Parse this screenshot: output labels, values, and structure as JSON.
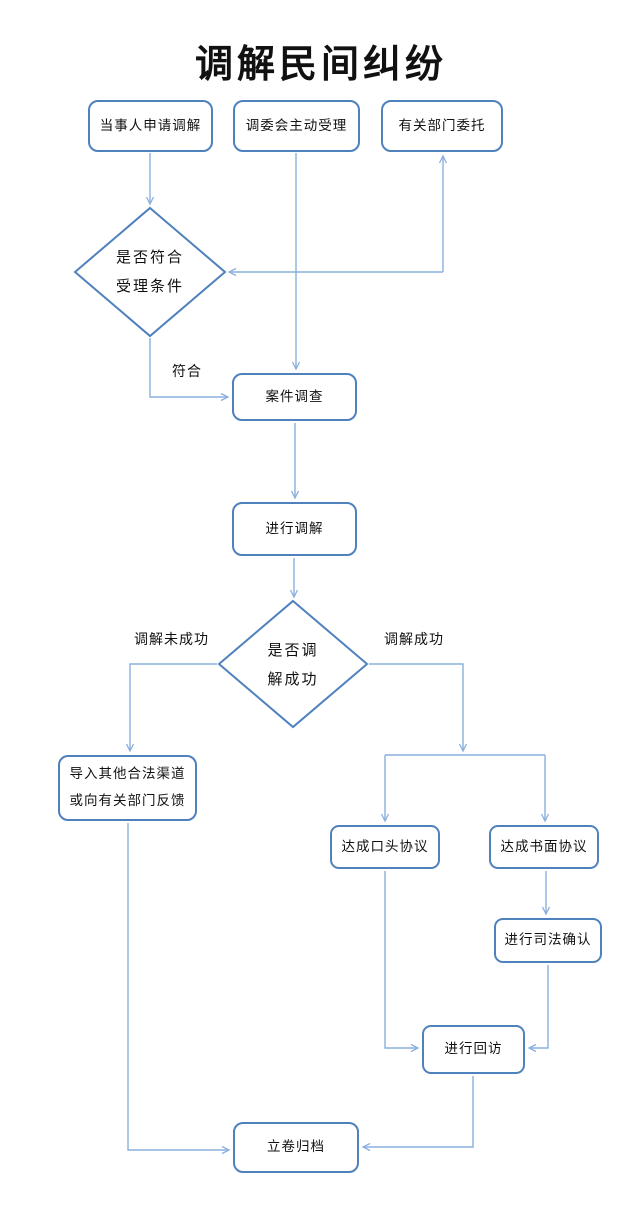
{
  "title": "调解民间纠纷",
  "colors": {
    "shape_border": "#4f81bd",
    "connector": "#8ab0dd",
    "text_color": "#111111"
  },
  "nodes": {
    "apply": {
      "label": "当事人申请调解"
    },
    "proactive": {
      "label": "调委会主动受理"
    },
    "entrust": {
      "label": "有关部门委托"
    },
    "investigate": {
      "label": "案件调查"
    },
    "mediate": {
      "label": "进行调解"
    },
    "other": {
      "line1": "导入其他合法渠道",
      "line2": "或向有关部门反馈"
    },
    "oral": {
      "label": "达成口头协议"
    },
    "written": {
      "label": "达成书面协议"
    },
    "judicial": {
      "label": "进行司法确认"
    },
    "visit": {
      "label": "进行回访"
    },
    "archive": {
      "label": "立卷归档"
    }
  },
  "decisions": {
    "accept": {
      "line1": "是否符合",
      "line2": "受理条件"
    },
    "success": {
      "line1": "是否调",
      "line2": "解成功"
    }
  },
  "edge_labels": {
    "qualified": "符合",
    "not_success": "调解未成功",
    "success": "调解成功"
  }
}
